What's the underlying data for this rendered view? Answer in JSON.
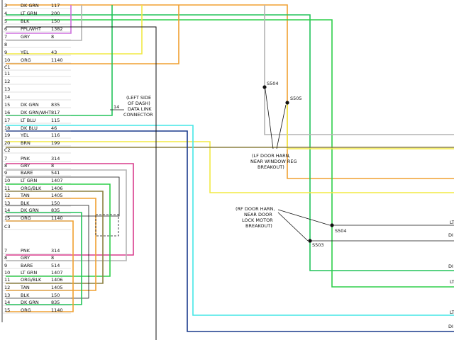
{
  "rows": [
    {
      "pin": "3",
      "color": "DK GRN",
      "circuit": "117"
    },
    {
      "pin": "4",
      "color": "LT GRN",
      "circuit": "200"
    },
    {
      "pin": "5",
      "color": "BLK",
      "circuit": "150"
    },
    {
      "pin": "6",
      "color": "PPL/WHT",
      "circuit": "1382"
    },
    {
      "pin": "7",
      "color": "GRY",
      "circuit": "8"
    },
    {
      "pin": "8",
      "color": "",
      "circuit": ""
    },
    {
      "pin": "9",
      "color": "YEL",
      "circuit": "43"
    },
    {
      "pin": "10",
      "color": "ORG",
      "circuit": "1140"
    },
    {
      "pin": "C1",
      "color": "",
      "circuit": ""
    },
    {
      "pin": "11",
      "color": "",
      "circuit": ""
    },
    {
      "pin": "12",
      "color": "",
      "circuit": ""
    },
    {
      "pin": "13",
      "color": "",
      "circuit": ""
    },
    {
      "pin": "14",
      "color": "",
      "circuit": ""
    },
    {
      "pin": "15",
      "color": "DK GRN",
      "circuit": "835"
    },
    {
      "pin": "16",
      "color": "DK GRN/WHT",
      "circuit": "817"
    },
    {
      "pin": "17",
      "color": "LT BLU",
      "circuit": "115"
    },
    {
      "pin": "18",
      "color": "DK BLU",
      "circuit": "46"
    },
    {
      "pin": "19",
      "color": "YEL",
      "circuit": "116"
    },
    {
      "pin": "20",
      "color": "BRN",
      "circuit": "199"
    },
    {
      "pin": "C2",
      "color": "",
      "circuit": ""
    },
    {
      "pin": "7",
      "color": "PNK",
      "circuit": "314"
    },
    {
      "pin": "8",
      "color": "GRY",
      "circuit": "8"
    },
    {
      "pin": "9",
      "color": "BARE",
      "circuit": "541"
    },
    {
      "pin": "10",
      "color": "LT GRN",
      "circuit": "1407"
    },
    {
      "pin": "11",
      "color": "ORG/BLK",
      "circuit": "1406"
    },
    {
      "pin": "12",
      "color": "TAN",
      "circuit": "1405"
    },
    {
      "pin": "13",
      "color": "BLK",
      "circuit": "150"
    },
    {
      "pin": "14",
      "color": "DK GRN",
      "circuit": "835"
    },
    {
      "pin": "15",
      "color": "ORG",
      "circuit": "1140"
    },
    {
      "pin": "C3",
      "color": "",
      "circuit": ""
    },
    {
      "pin": "7",
      "color": "PNK",
      "circuit": "314"
    },
    {
      "pin": "8",
      "color": "GRY",
      "circuit": "8"
    },
    {
      "pin": "9",
      "color": "BARE",
      "circuit": "514"
    },
    {
      "pin": "10",
      "color": "LT GRN",
      "circuit": "1407"
    },
    {
      "pin": "11",
      "color": "ORG/BLK",
      "circuit": "1406"
    },
    {
      "pin": "12",
      "color": "TAN",
      "circuit": "1405"
    },
    {
      "pin": "13",
      "color": "BLK",
      "circuit": "150"
    },
    {
      "pin": "14",
      "color": "DK GRN",
      "circuit": "835"
    },
    {
      "pin": "15",
      "color": "ORG",
      "circuit": "1140"
    }
  ],
  "connector_pin_14": "14",
  "data_link": [
    "(LEFT SIDE",
    "OF DASH)",
    "DATA LINK",
    "CONNECTOR"
  ],
  "splices": {
    "s504a": "S504",
    "s505": "S505",
    "s504b": "S504",
    "s503": "S503"
  },
  "lf_note": [
    "(LF DOOR HARN,",
    "NEAR WINDOW REG",
    "BREAKOUT)"
  ],
  "rf_note": [
    "(RF DOOR HARN,",
    "NEAR DOOR",
    "LOCK MOTOR",
    "BREAKOUT)"
  ],
  "right_stubs": [
    "LT",
    "DI",
    "DI",
    "LT",
    "LT",
    "DI"
  ],
  "wire_colors": {
    "orange": "#f0a030",
    "yellow": "#f2ea44",
    "green": "#22c35a",
    "gray": "#b4b4b4",
    "olive": "#8c8040",
    "cyan": "#44e6e6",
    "navy": "#1a3a8c",
    "magenta": "#d83c8c",
    "lime": "#2fcf4a",
    "violet": "#d070e0"
  }
}
